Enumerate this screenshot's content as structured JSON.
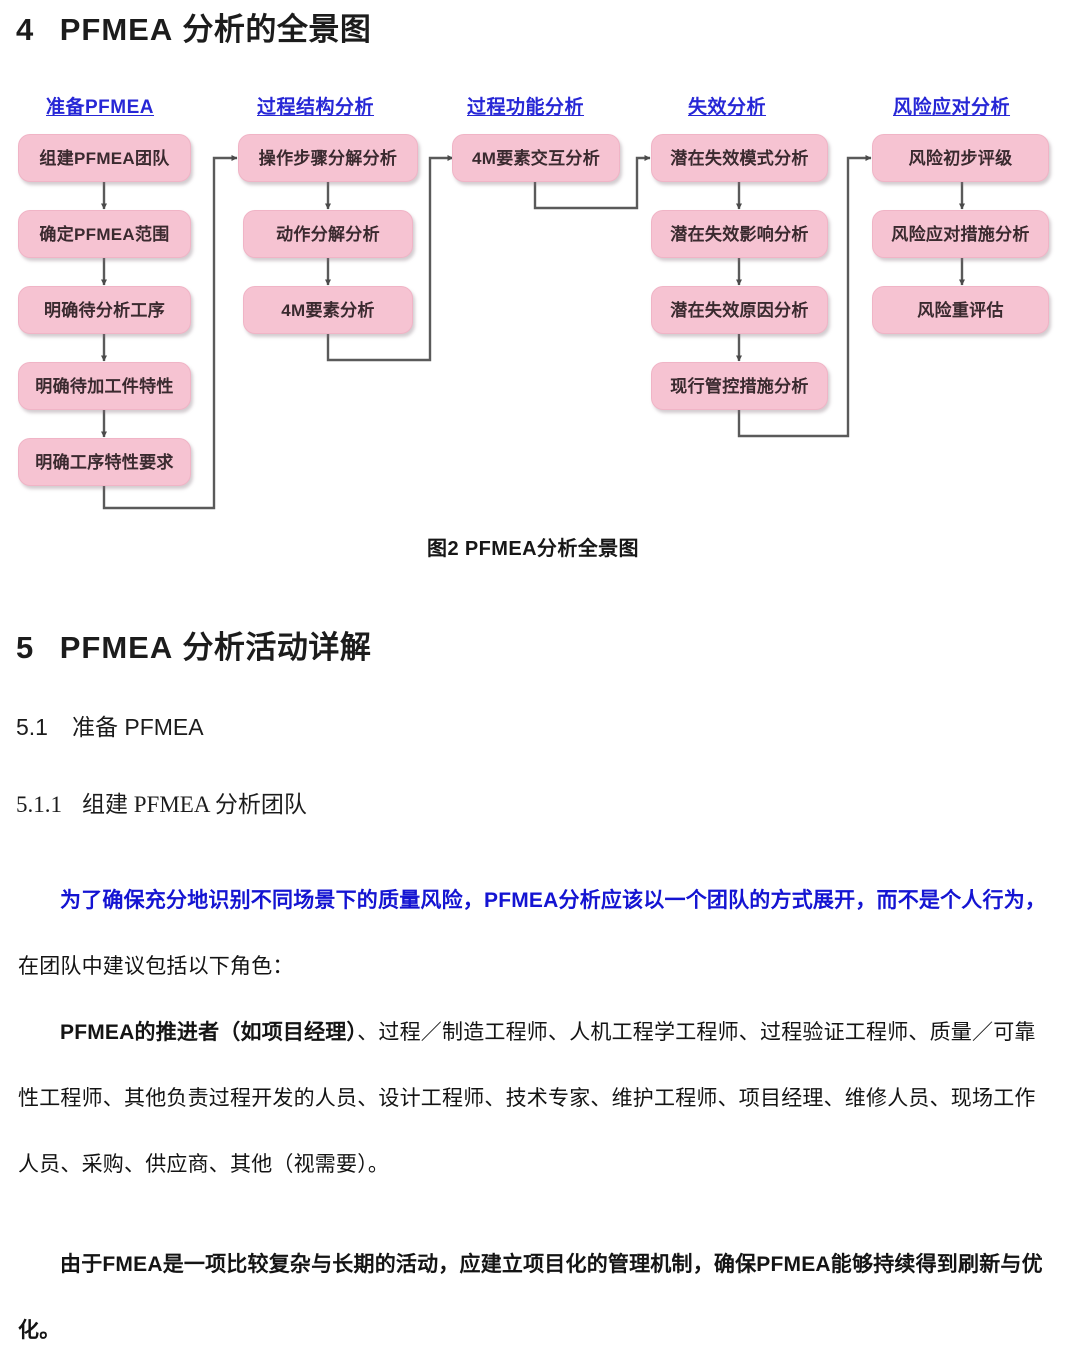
{
  "section4": {
    "number": "4",
    "title_latin": "PFMEA",
    "title_cn": "分析的全景图"
  },
  "flowchart": {
    "columns": [
      {
        "title": "准备PFMEA",
        "nodes": [
          "组建PFMEA团队",
          "确定PFMEA范围",
          "明确待分析工序",
          "明确待加工件特性",
          "明确工序特性要求"
        ]
      },
      {
        "title": "过程结构分析",
        "nodes": [
          "操作步骤分解分析",
          "动作分解分析",
          "4M要素分析"
        ]
      },
      {
        "title": "过程功能分析",
        "nodes": [
          "4M要素交互分析"
        ]
      },
      {
        "title": "失效分析",
        "nodes": [
          "潜在失效模式分析",
          "潜在失效影响分析",
          "潜在失效原因分析",
          "现行管控措施分析"
        ]
      },
      {
        "title": "风险应对分析",
        "nodes": [
          "风险初步评级",
          "风险应对措施分析",
          "风险重评估"
        ]
      }
    ],
    "colors": {
      "node_fill": "#f6c3d2",
      "title_text": "#2727d6",
      "connector": "#595959"
    }
  },
  "figure_caption": "图2 PFMEA分析全景图",
  "section5": {
    "number": "5",
    "title_latin": "PFMEA",
    "title_cn": "分析活动详解"
  },
  "section5_1": {
    "number": "5.1",
    "title": "准备 PFMEA"
  },
  "section5_1_1": {
    "number": "5.1.1",
    "title": "组建 PFMEA 分析团队"
  },
  "paragraphs": {
    "p1_blue_part1": "为了确保充分地识别不同场景下的质量风险，PFMEA分析应该以一个团队的方式展开，而",
    "p1_blue_part2": "不是个人行为，",
    "p1_black_tail": "在团队中建议包括以下角色：",
    "p2_bold_lead": "PFMEA的推进者（如项目经理）",
    "p2_rest": "、过程／制造工程师、人机工程学工程师、过程验证工程师、质量／可靠性工程师、其他负责过程开发的人员、设计工程师、技术专家、维护工程师、项目经理、维修人员、现场工作人员、采购、供应商、其他（视需要）。",
    "p3_line1": "由于FMEA是一项比较复杂与长期的活动，应建立项目化的管理机制，确保PFMEA能够持",
    "p3_line2": "续得到刷新与优化。"
  }
}
